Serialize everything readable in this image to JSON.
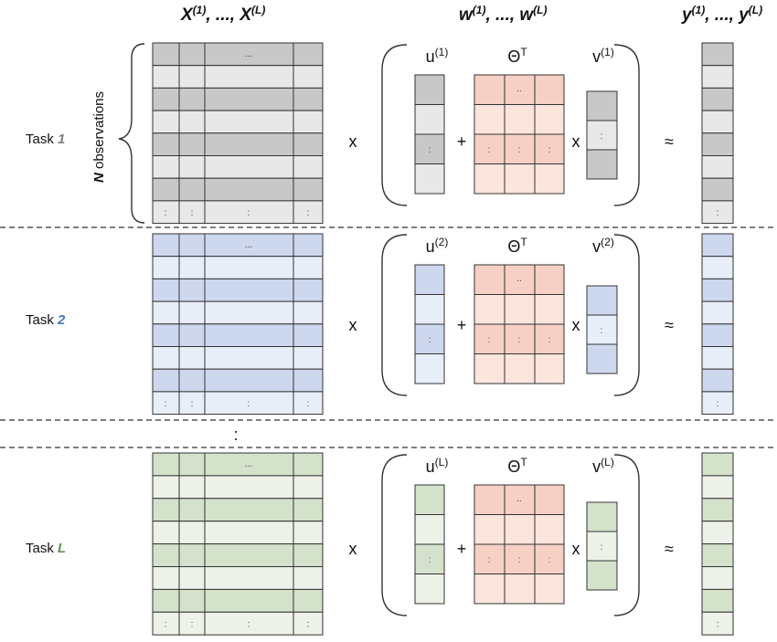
{
  "header": {
    "x_label": "X",
    "x_sep": ", ..., ",
    "w_label": "w",
    "w_sep": ", ..., ",
    "y_label": "y",
    "y_sep": ", ..., ",
    "sup_first": "(1)",
    "sup_last": "(L)"
  },
  "n_observations": {
    "bold": "N",
    "rest": " observations"
  },
  "operators": {
    "times": "x",
    "plus": "+",
    "approx": "≈"
  },
  "theta_label": "Θ",
  "theta_sup": "T",
  "marks": {
    "dots_h": "...",
    "dots_v": ":",
    "dots_small": ".."
  },
  "between_tasks_mark": ":",
  "colors": {
    "task1_dark": "#c8c8c8",
    "task1_light": "#e8e8e8",
    "task2_dark": "#cdd8ee",
    "task2_light": "#e8eef8",
    "taskL_dark": "#d4e2cc",
    "taskL_light": "#ecf2e8",
    "theta_dark": "#f6d0c4",
    "theta_light": "#fbe5dd",
    "task1_number": "#808080",
    "task2_number": "#3c78c8",
    "taskL_number": "#5a9a46",
    "grid_line": "#333333"
  },
  "tasks": [
    {
      "word": "Task ",
      "num": "1",
      "u": "u",
      "v": "v",
      "sup": "(1)",
      "theme": "task1"
    },
    {
      "word": "Task ",
      "num": "2",
      "u": "u",
      "v": "v",
      "sup": "(2)",
      "theme": "task2"
    },
    {
      "word": "Task ",
      "num": "L",
      "u": "u",
      "v": "v",
      "sup": "(L)",
      "theme": "taskL"
    }
  ]
}
